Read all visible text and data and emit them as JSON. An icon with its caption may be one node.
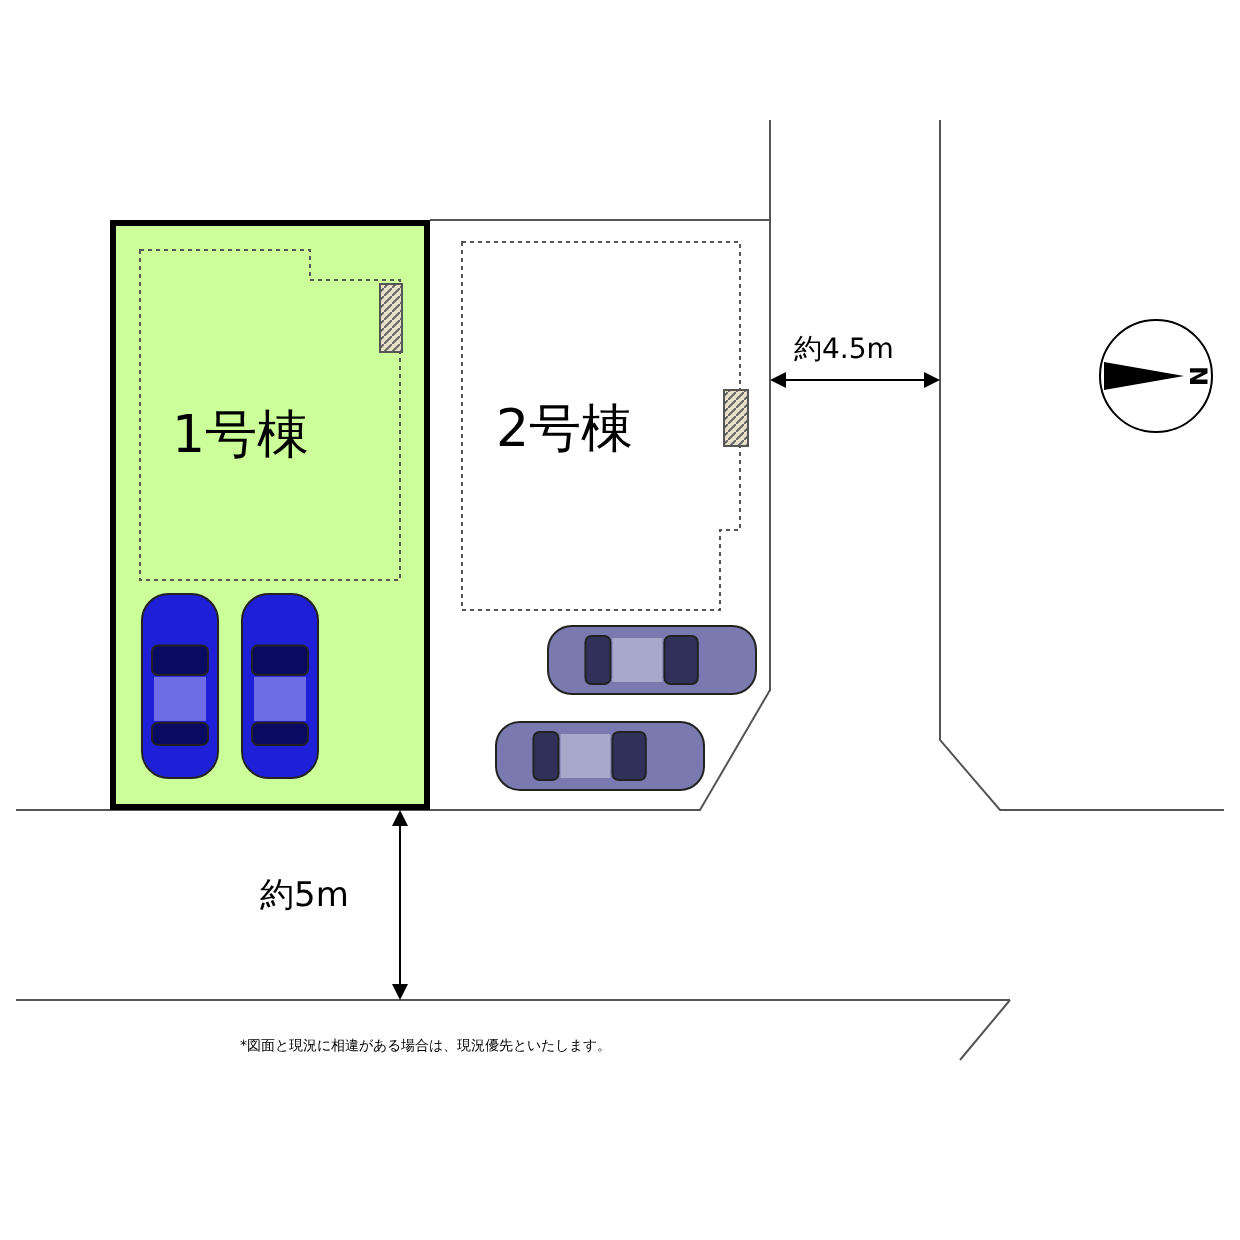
{
  "diagram": {
    "nodes": [
      {
        "text": [
          "1号棟"
        ]
      },
      {
        "text": [
          "2号棟"
        ]
      }
    ],
    "labels": [
      "約4.5m",
      "約5m",
      "*図面と現況に相違がある場合は、現況優先といたします。",
      "N"
    ]
  }
}
